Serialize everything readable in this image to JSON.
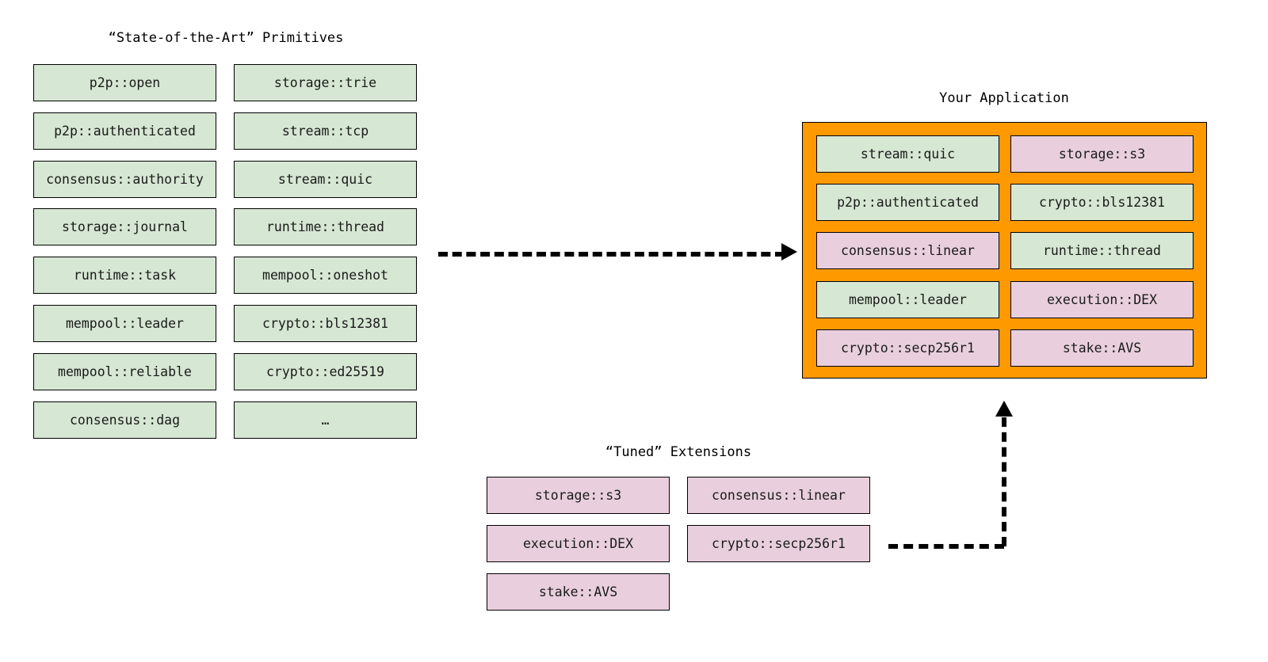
{
  "diagram": {
    "title_primitives": "“State-of-the-Art” Primitives",
    "title_application": "Your Application",
    "title_extensions": "“Tuned” Extensions",
    "colors": {
      "primitive_fill": "#d6e7d3",
      "extension_fill": "#e9cfdd",
      "application_panel": "#ff9900",
      "border": "#000000",
      "background": "#ffffff"
    }
  },
  "primitives": {
    "left_column": [
      {
        "label": "p2p::open",
        "kind": "primitive"
      },
      {
        "label": "p2p::authenticated",
        "kind": "primitive"
      },
      {
        "label": "consensus::authority",
        "kind": "primitive"
      },
      {
        "label": "storage::journal",
        "kind": "primitive"
      },
      {
        "label": "runtime::task",
        "kind": "primitive"
      },
      {
        "label": "mempool::leader",
        "kind": "primitive"
      },
      {
        "label": "mempool::reliable",
        "kind": "primitive"
      },
      {
        "label": "consensus::dag",
        "kind": "primitive"
      }
    ],
    "right_column": [
      {
        "label": "storage::trie",
        "kind": "primitive"
      },
      {
        "label": "stream::tcp",
        "kind": "primitive"
      },
      {
        "label": "stream::quic",
        "kind": "primitive"
      },
      {
        "label": "runtime::thread",
        "kind": "primitive"
      },
      {
        "label": "mempool::oneshot",
        "kind": "primitive"
      },
      {
        "label": "crypto::bls12381",
        "kind": "primitive"
      },
      {
        "label": "crypto::ed25519",
        "kind": "primitive"
      },
      {
        "label": "…",
        "kind": "primitive"
      }
    ]
  },
  "application": {
    "left_column": [
      {
        "label": "stream::quic",
        "kind": "primitive"
      },
      {
        "label": "p2p::authenticated",
        "kind": "primitive"
      },
      {
        "label": "consensus::linear",
        "kind": "extension"
      },
      {
        "label": "mempool::leader",
        "kind": "primitive"
      },
      {
        "label": "crypto::secp256r1",
        "kind": "extension"
      }
    ],
    "right_column": [
      {
        "label": "storage::s3",
        "kind": "extension"
      },
      {
        "label": "crypto::bls12381",
        "kind": "primitive"
      },
      {
        "label": "runtime::thread",
        "kind": "primitive"
      },
      {
        "label": "execution::DEX",
        "kind": "extension"
      },
      {
        "label": "stake::AVS",
        "kind": "extension"
      }
    ]
  },
  "extensions": {
    "left_column": [
      {
        "label": "storage::s3",
        "kind": "extension"
      },
      {
        "label": "execution::DEX",
        "kind": "extension"
      },
      {
        "label": "stake::AVS",
        "kind": "extension"
      }
    ],
    "right_column": [
      {
        "label": "consensus::linear",
        "kind": "extension"
      },
      {
        "label": "crypto::secp256r1",
        "kind": "extension"
      }
    ]
  },
  "connectors": [
    {
      "name": "primitives-to-application",
      "style": "dashed",
      "direction": "right"
    },
    {
      "name": "extensions-to-application",
      "style": "dashed",
      "direction": "up"
    }
  ]
}
